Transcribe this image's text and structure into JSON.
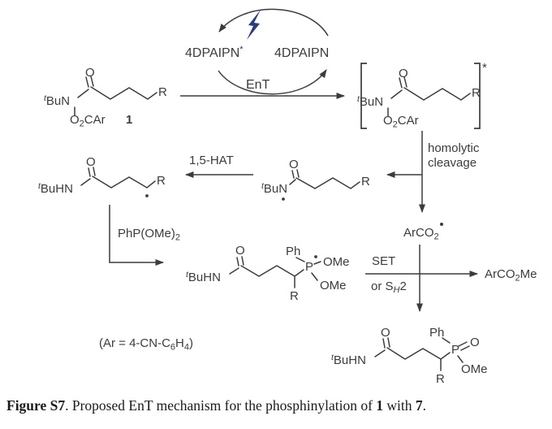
{
  "colors": {
    "ink": "#3c3c3c",
    "bolt": "#2c3d7a",
    "caption": "#1b1b1b",
    "background": "#ffffff"
  },
  "cycle": {
    "excited": "4DPAIPN",
    "excited_sup": "*",
    "ground": "4DPAIPN",
    "ent": "EnT",
    "light_icon": "lightning-bolt"
  },
  "steps": {
    "homolytic_line1": "homolytic",
    "homolytic_line2": "cleavage",
    "hat": "1,5-HAT",
    "phosphonite": "PhP(OMe)",
    "phosphonite_sub": "2",
    "set": "SET",
    "sh2_pre": "or S",
    "sh2_h": "H",
    "sh2_post": "2"
  },
  "species": {
    "aroyloxy": "ArCO",
    "aroyloxy_sub": "2",
    "ester": "ArCO",
    "ester_sub": "2",
    "ester_tail": "Me",
    "ar_def_pre": "(Ar = 4-CN-C",
    "ar_def_sub6": "6",
    "ar_def_h": "H",
    "ar_def_sub4": "4",
    "ar_def_close": ")"
  },
  "structures": {
    "substrate": {
      "amine_sup": "t",
      "amine": "BuN",
      "carbonyl_o": "O",
      "ester_o": "O",
      "ester_sub": "2",
      "ester_tail": "CAr",
      "r": "R",
      "number": "1"
    },
    "excited": {
      "amine_sup": "t",
      "amine": "BuN",
      "carbonyl_o": "O",
      "ester_o": "O",
      "ester_sub": "2",
      "ester_tail": "CAr",
      "r": "R",
      "star": "*"
    },
    "aminyl": {
      "amine_sup": "t",
      "amine": "BuN",
      "carbonyl_o": "O",
      "r": "R"
    },
    "carbon_radical": {
      "amine_sup": "t",
      "amine": "BuHN",
      "carbonyl_o": "O",
      "r": "R"
    },
    "phosphoranyl": {
      "amine_sup": "t",
      "amine": "BuHN",
      "carbonyl_o": "O",
      "r": "R",
      "ph": "Ph",
      "p": "P",
      "ome_top": "OMe",
      "ome_bottom": "OMe"
    },
    "product": {
      "amine_sup": "t",
      "amine": "BuHN",
      "carbonyl_o": "O",
      "r": "R",
      "ph": "Ph",
      "p": "P",
      "oxide_o": "O",
      "ome": "OMe"
    }
  },
  "caption": {
    "label": "Figure S7",
    "body": ". Proposed EnT mechanism for the phosphinylation of ",
    "compound1": "1",
    "mid": " with ",
    "compound7": "7",
    "period": "."
  }
}
